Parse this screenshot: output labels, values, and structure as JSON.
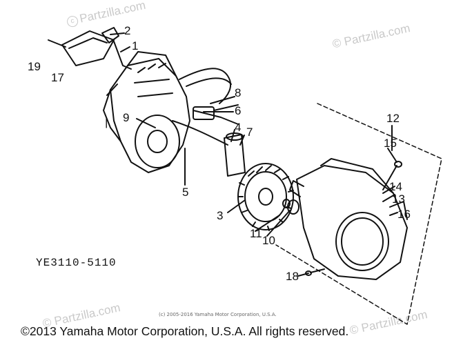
{
  "diagram": {
    "model_code": "YE3110-5110",
    "callouts": [
      "1",
      "2",
      "3",
      "4",
      "5",
      "6",
      "7",
      "8",
      "9",
      "10",
      "11",
      "12",
      "13",
      "14",
      "15",
      "16",
      "17",
      "18",
      "19"
    ]
  },
  "watermarks": [
    "© Partzilla.com",
    "© Partzilla.com",
    "© Partzilla.com",
    "© Partzilla.com"
  ],
  "small_copyright": "(c) 2005-2016 Yamaha Motor Corporation, U.S.A.",
  "footer_copyright": "©2013 Yamaha Motor Corporation, U.S.A. All rights reserved.",
  "colors": {
    "ink": "#111111",
    "watermark": "#c9c9c9"
  }
}
